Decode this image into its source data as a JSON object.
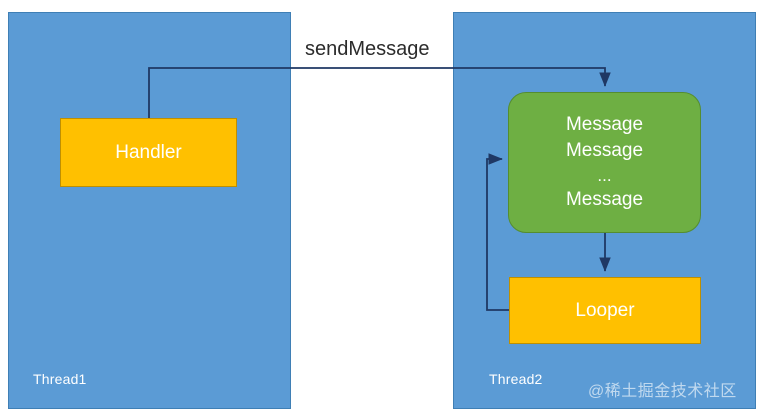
{
  "diagram": {
    "title": "Android Handler Message Looper flow",
    "colors": {
      "thread_panel": "#5B9BD5",
      "handler_box": "#FFC000",
      "looper_box": "#FFC000",
      "message_box": "#6EAF43",
      "arrow": "#1F3864",
      "label_text": "#2B2B2B",
      "box_text": "#FFFFFF"
    },
    "threads": [
      {
        "id": "thread1",
        "label": "Thread1"
      },
      {
        "id": "thread2",
        "label": "Thread2"
      }
    ],
    "nodes": [
      {
        "id": "handler",
        "label": "Handler",
        "thread": "thread1",
        "shape": "rectangle",
        "color": "#FFC000"
      },
      {
        "id": "message-queue",
        "thread": "thread2",
        "shape": "rounded-rectangle",
        "color": "#6EAF43",
        "lines": [
          "Message",
          "Message",
          "...",
          "Message"
        ]
      },
      {
        "id": "looper",
        "label": "Looper",
        "thread": "thread2",
        "shape": "rectangle",
        "color": "#FFC000"
      }
    ],
    "edges": [
      {
        "id": "send-message",
        "from": "handler",
        "to": "message-queue",
        "label": "sendMessage"
      },
      {
        "id": "queue-to-looper",
        "from": "message-queue",
        "to": "looper",
        "label": ""
      },
      {
        "id": "looper-to-queue",
        "from": "looper",
        "to": "message-queue",
        "label": ""
      }
    ],
    "message_lines": {
      "line1": "Message",
      "line2": "Message",
      "ellipsis": "...",
      "line4": "Message"
    },
    "watermark": "@稀土掘金技术社区"
  }
}
